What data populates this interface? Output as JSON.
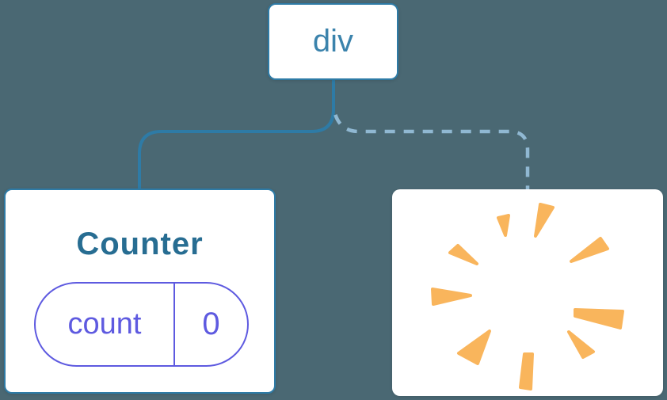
{
  "diagram": {
    "root_node": {
      "label": "div"
    },
    "counter_node": {
      "title": "Counter",
      "state_pill": {
        "key_label": "count",
        "value": "0"
      }
    },
    "removed_node": {
      "icon": "poof-starburst"
    },
    "connectors": {
      "left": "solid",
      "right": "dashed"
    },
    "colors": {
      "background": "#4a6873",
      "node_bg": "#ffffff",
      "line_blue": "#2e7ba6",
      "root_label": "#3b83ac",
      "counter_title": "#276d92",
      "dashed_line": "#90b8d2",
      "pill_purple": "#5e5ae0",
      "starburst_orange": "#f9b55c"
    }
  }
}
